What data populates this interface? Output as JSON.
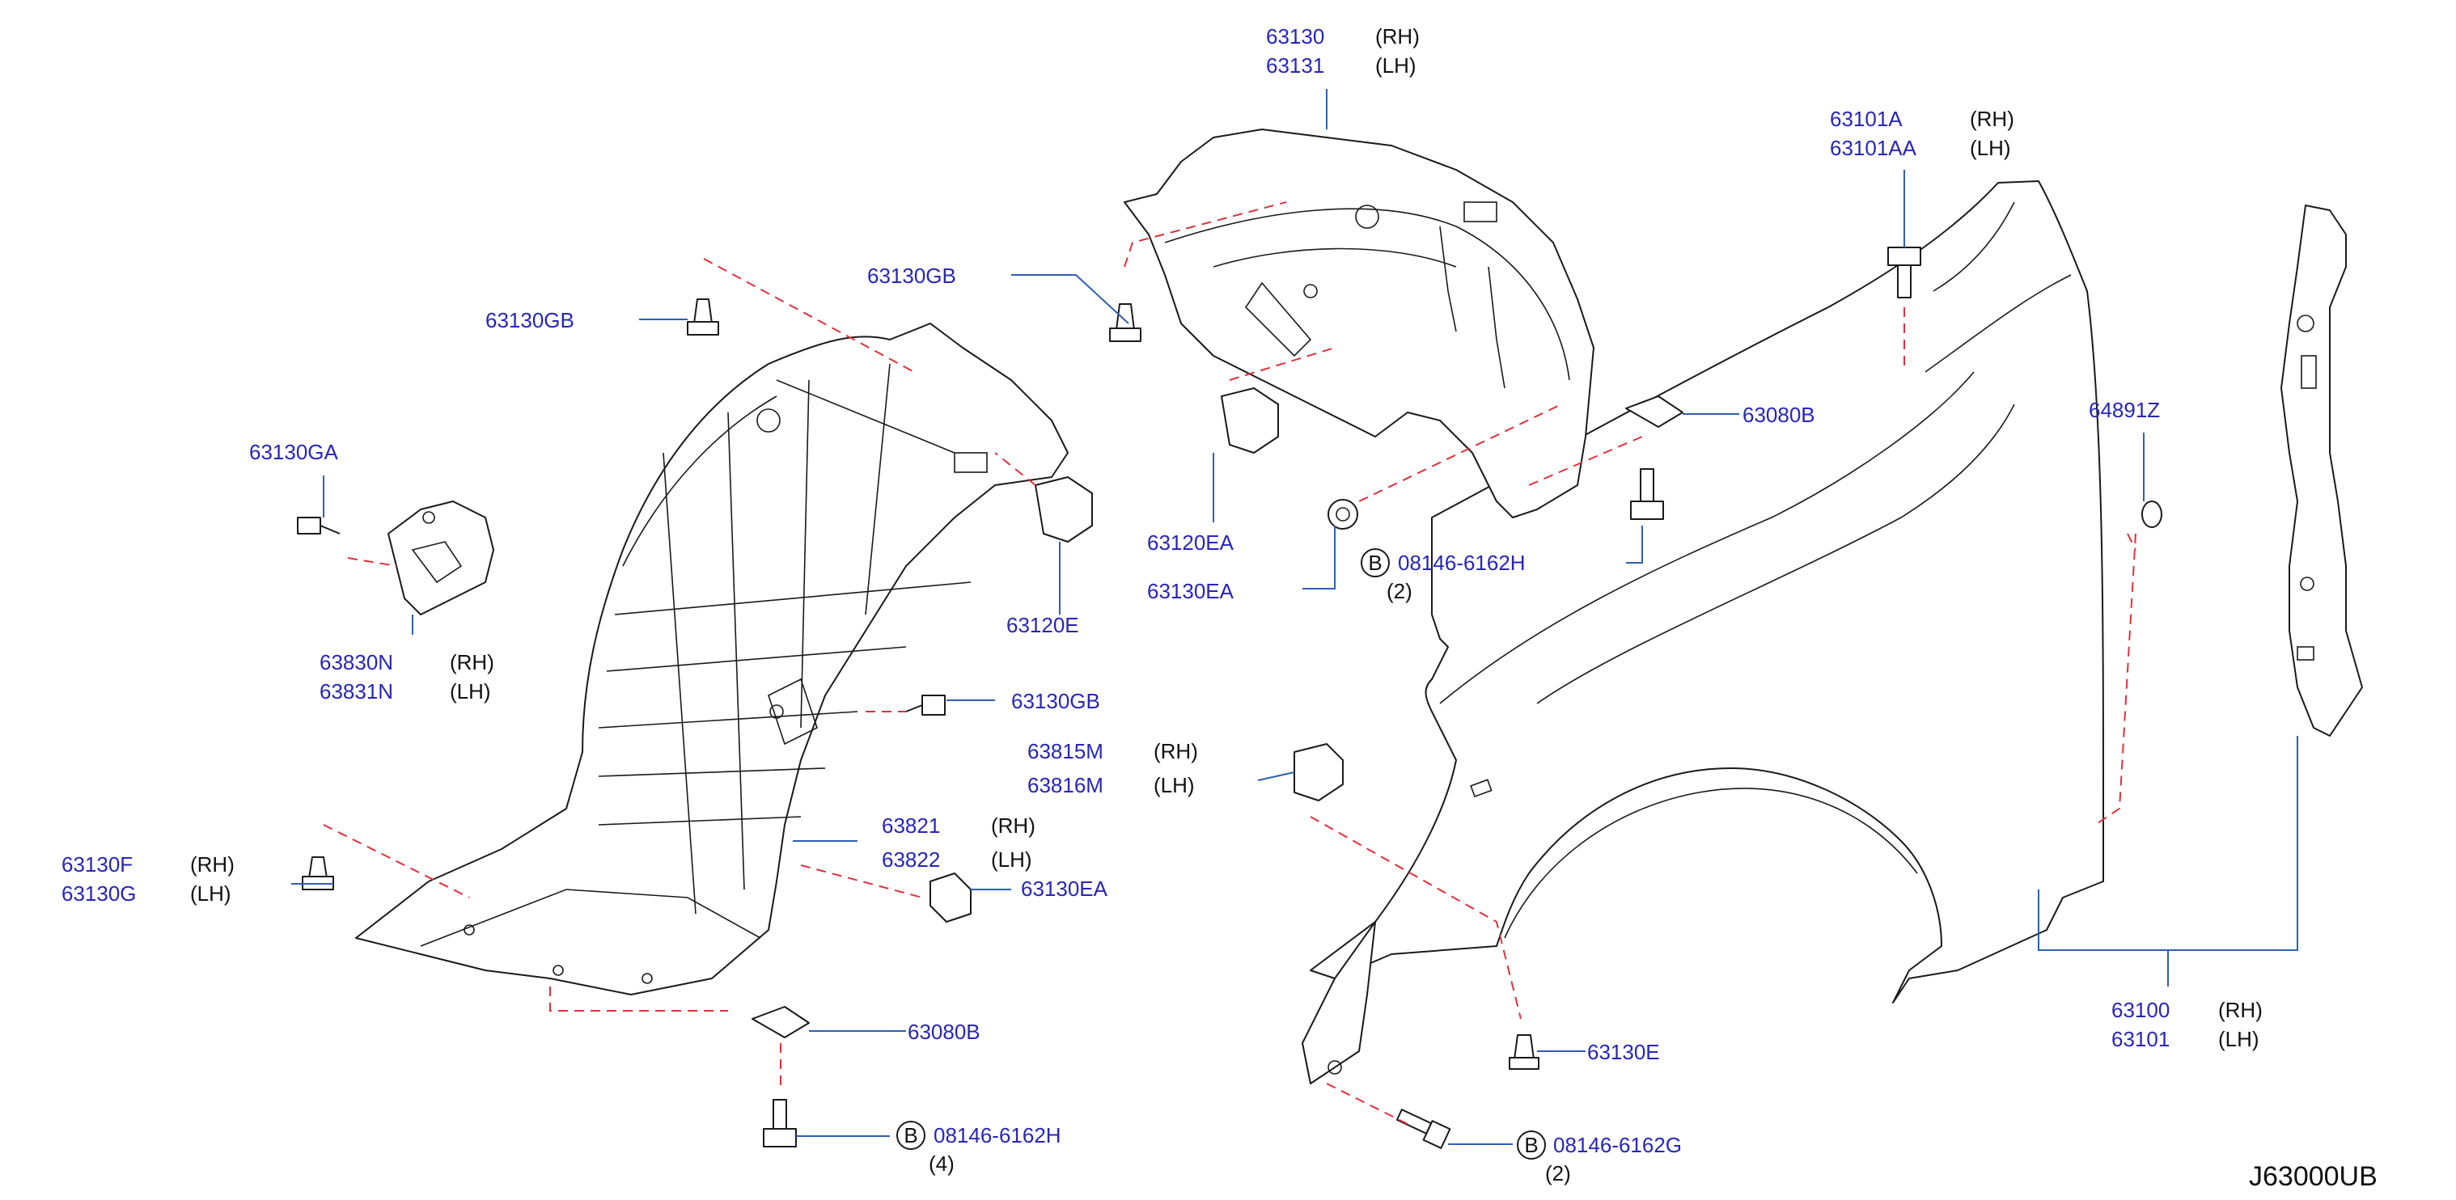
{
  "diagram_code": "J63000UB",
  "callouts": [
    {
      "id": "c1",
      "part_numbers": [
        "63130",
        "63131"
      ],
      "sides": [
        "(RH)",
        "(LH)"
      ]
    },
    {
      "id": "c2",
      "part_numbers": [
        "63101A",
        "63101AA"
      ],
      "sides": [
        "(RH)",
        "(LH)"
      ]
    },
    {
      "id": "c3",
      "part_numbers": [
        "63130GB"
      ]
    },
    {
      "id": "c4",
      "part_numbers": [
        "63130GB"
      ]
    },
    {
      "id": "c5",
      "part_numbers": [
        "63130GA"
      ]
    },
    {
      "id": "c6",
      "part_numbers": [
        "63830N",
        "63831N"
      ],
      "sides": [
        "(RH)",
        "(LH)"
      ]
    },
    {
      "id": "c7",
      "part_numbers": [
        "63120E"
      ]
    },
    {
      "id": "c8",
      "part_numbers": [
        "63120EA"
      ]
    },
    {
      "id": "c9",
      "part_numbers": [
        "63130EA"
      ]
    },
    {
      "id": "c10",
      "part_numbers": [
        "63080B"
      ]
    },
    {
      "id": "c11",
      "part_numbers": [
        "08146-6162H"
      ],
      "bolt_symbol": "B",
      "qty": "(2)"
    },
    {
      "id": "c12",
      "part_numbers": [
        "64891Z"
      ]
    },
    {
      "id": "c13",
      "part_numbers": [
        "63130GB"
      ]
    },
    {
      "id": "c14",
      "part_numbers": [
        "63815M",
        "63816M"
      ],
      "sides": [
        "(RH)",
        "(LH)"
      ]
    },
    {
      "id": "c15",
      "part_numbers": [
        "63821",
        "63822"
      ],
      "sides": [
        "(RH)",
        "(LH)"
      ]
    },
    {
      "id": "c16",
      "part_numbers": [
        "63130EA"
      ]
    },
    {
      "id": "c17",
      "part_numbers": [
        "63130F",
        "63130G"
      ],
      "sides": [
        "(RH)",
        "(LH)"
      ]
    },
    {
      "id": "c18",
      "part_numbers": [
        "63080B"
      ]
    },
    {
      "id": "c19",
      "part_numbers": [
        "08146-6162H"
      ],
      "bolt_symbol": "B",
      "qty": "(4)"
    },
    {
      "id": "c20",
      "part_numbers": [
        "63130E"
      ]
    },
    {
      "id": "c21",
      "part_numbers": [
        "08146-6162G"
      ],
      "bolt_symbol": "B",
      "qty": "(2)"
    },
    {
      "id": "c22",
      "part_numbers": [
        "63100",
        "63101"
      ],
      "sides": [
        "(RH)",
        "(LH)"
      ]
    }
  ]
}
